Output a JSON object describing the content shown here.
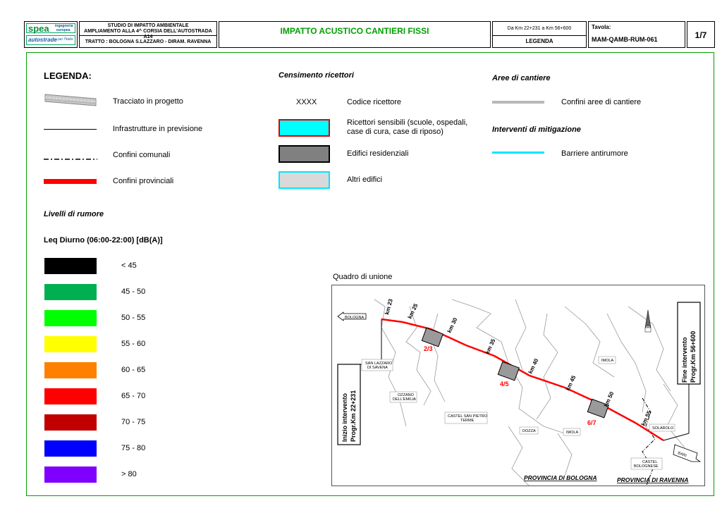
{
  "header": {
    "logo_top": "spea",
    "logo_top_sub1": "ingegneria",
    "logo_top_sub2": "europea",
    "logo_top_under": "autostrade",
    "logo_bottom": "autostrade",
    "logo_bottom_tail": "per l'Italia",
    "study_line1": "STUDIO DI IMPATTO AMBIENTALE",
    "study_line2": "AMPLIAMENTO ALLA 4^ CORSIA DELL'AUTOSTRADA A14",
    "tratto": "TRATTO : BOLOGNA S.LAZZARO - DIRAM. RAVENNA",
    "title": "IMPATTO ACUSTICO CANTIERI FISSI",
    "km_range": "Da Km 22+231 a Km 56+600",
    "section": "LEGENDA",
    "tavola_label": "Tavola:",
    "tavola_code": "MAM-QAMB-RUM-061",
    "sheet": "1/7"
  },
  "legend": {
    "title": "LEGENDA:",
    "items": [
      "Tracciato in progetto",
      "Infrastrutture in previsione",
      "Confini comunali",
      "Confini provinciali"
    ]
  },
  "receptors": {
    "title": "Censimento ricettori",
    "code_symbol": "XXXX",
    "code_label": "Codice ricettore",
    "sensitive_line1": "Ricettori sensibili (scuole, ospedali,",
    "sensitive_line2": "case di cura, case di riposo)",
    "residential": "Edifici residenziali",
    "others": "Altri edifici"
  },
  "sites": {
    "title": "Aree di cantiere",
    "boundary": "Confini aree di cantiere",
    "mitigation_title": "Interventi di mitigazione",
    "barriers": "Barriere antirumore"
  },
  "noise": {
    "title": "Livelli di rumore",
    "subtitle": "Leq Diurno (06:00-22:00) [dB(A)]",
    "levels": [
      {
        "label": "< 45",
        "color": "#000000"
      },
      {
        "label": "45 - 50",
        "color": "#00b050"
      },
      {
        "label": "50 - 55",
        "color": "#00ff00"
      },
      {
        "label": "55 - 60",
        "color": "#ffff00"
      },
      {
        "label": "60 - 65",
        "color": "#ff8000"
      },
      {
        "label": "65 - 70",
        "color": "#ff0000"
      },
      {
        "label": "70 - 75",
        "color": "#c00000"
      },
      {
        "label": "75 - 80",
        "color": "#0000ff"
      },
      {
        "label": "> 80",
        "color": "#8000ff"
      }
    ]
  },
  "map": {
    "title": "Quadro di unione",
    "bologna": "BOLOGNA",
    "bari": "BARI",
    "start_line1": "Inizio intervento",
    "start_line2": "Progr.Km 22+231",
    "end_line1": "Fine intervento",
    "end_line2": "Progr.Km 56+600",
    "km_labels": [
      "km 23",
      "km 25",
      "km 30",
      "km 35",
      "km 40",
      "km 45",
      "km 50",
      "km 55"
    ],
    "sheets": [
      "2/3",
      "4/5",
      "6/7"
    ],
    "towns": {
      "san_lazzaro_1": "SAN LAZZARO",
      "san_lazzaro_2": "DI SAVENA",
      "ozzano_1": "OZZANO",
      "ozzano_2": "DELL'EMILIA",
      "castel_san_pietro_1": "CASTEL SAN PIETRO",
      "castel_san_pietro_2": "TERME",
      "dozza": "DOZZA",
      "imola_1": "IMOLA",
      "imola_2": "IMOLA",
      "solarolo": "SOLAROLO",
      "castel_bolognese_1": "CASTEL",
      "castel_bolognese_2": "BOLOGNESE"
    },
    "prov_bologna": "PROVINCIA DI BOLOGNA",
    "prov_ravenna": "PROVINCIA DI RAVENNA"
  },
  "colors": {
    "frame": "#00a000",
    "title_green": "#00a000",
    "road_red": "#ff0000",
    "barrier_cyan": "#00e5ff",
    "sheet_red": "#ff0000"
  }
}
